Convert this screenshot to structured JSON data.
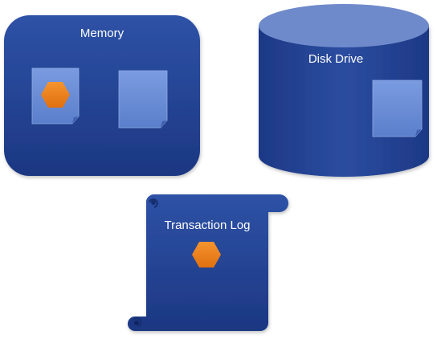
{
  "memory": {
    "label": "Memory"
  },
  "disk_drive": {
    "label": "Disk Drive"
  },
  "transaction_log": {
    "label": "Transaction Log"
  },
  "colors": {
    "container_top": "#2E52A6",
    "container_bottom": "#1C3782",
    "cylinder_top": "#6F8ACB",
    "page_fill": "#6C8FD6",
    "page_fill_dark": "#5577C2",
    "hexagon": "#F0821E",
    "label": "#FFFFFF"
  },
  "icons": {
    "page": "document-page-icon",
    "record": "hexagon-icon"
  }
}
